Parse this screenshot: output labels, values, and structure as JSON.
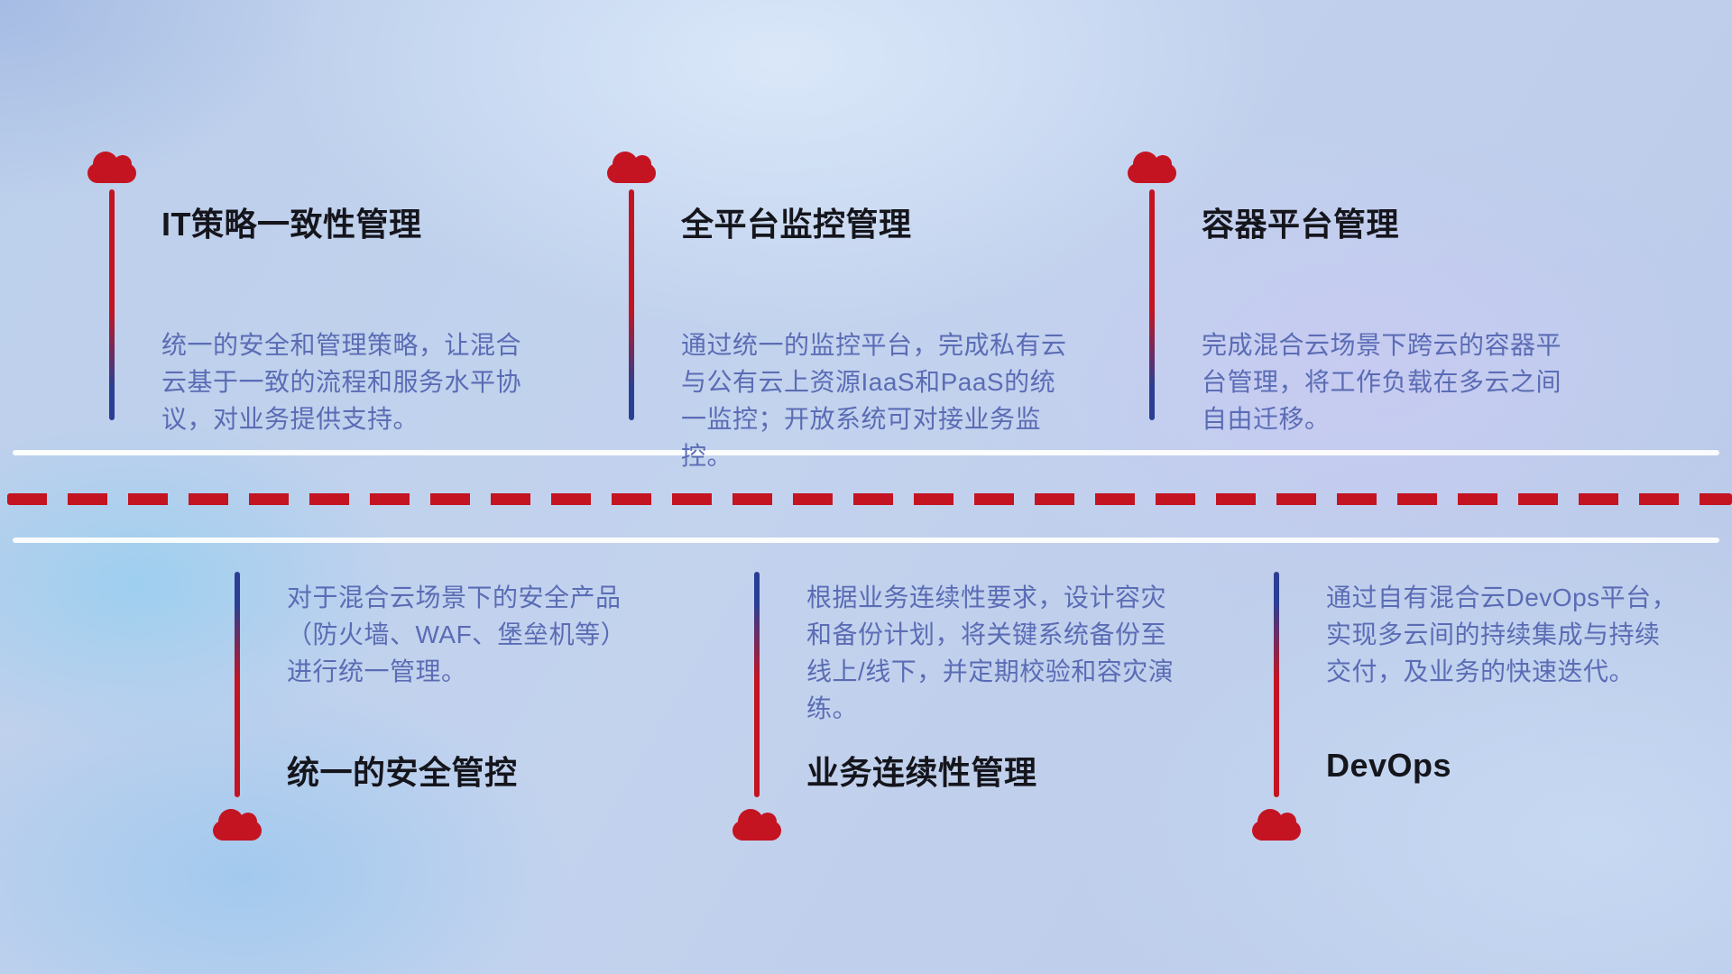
{
  "colors": {
    "accent_red": "#c41422",
    "accent_blue": "#2a3f93",
    "description_text": "#5b6cb5",
    "title_text": "#15151c"
  },
  "icons": {
    "cloud": "red cloud marker rendered as CSS shape"
  },
  "top_items": [
    {
      "title": "IT策略一致性管理",
      "desc": "统一的安全和管理策略，让混合云基于一致的流程和服务水平协议，对业务提供支持。"
    },
    {
      "title": "全平台监控管理",
      "desc": "通过统一的监控平台，完成私有云与公有云上资源IaaS和PaaS的统一监控；开放系统可对接业务监控。"
    },
    {
      "title": "容器平台管理",
      "desc": "完成混合云场景下跨云的容器平台管理，将工作负载在多云之间自由迁移。"
    }
  ],
  "bottom_items": [
    {
      "title": "统一的安全管控",
      "desc": "对于混合云场景下的安全产品（防火墙、WAF、堡垒机等）进行统一管理。"
    },
    {
      "title": "业务连续性管理",
      "desc": "根据业务连续性要求，设计容灾和备份计划，将关键系统备份至线上/线下，并定期校验和容灾演练。"
    },
    {
      "title": "DevOps",
      "desc": "通过自有混合云DevOps平台，实现多云间的持续集成与持续交付，及业务的快速迭代。"
    }
  ]
}
